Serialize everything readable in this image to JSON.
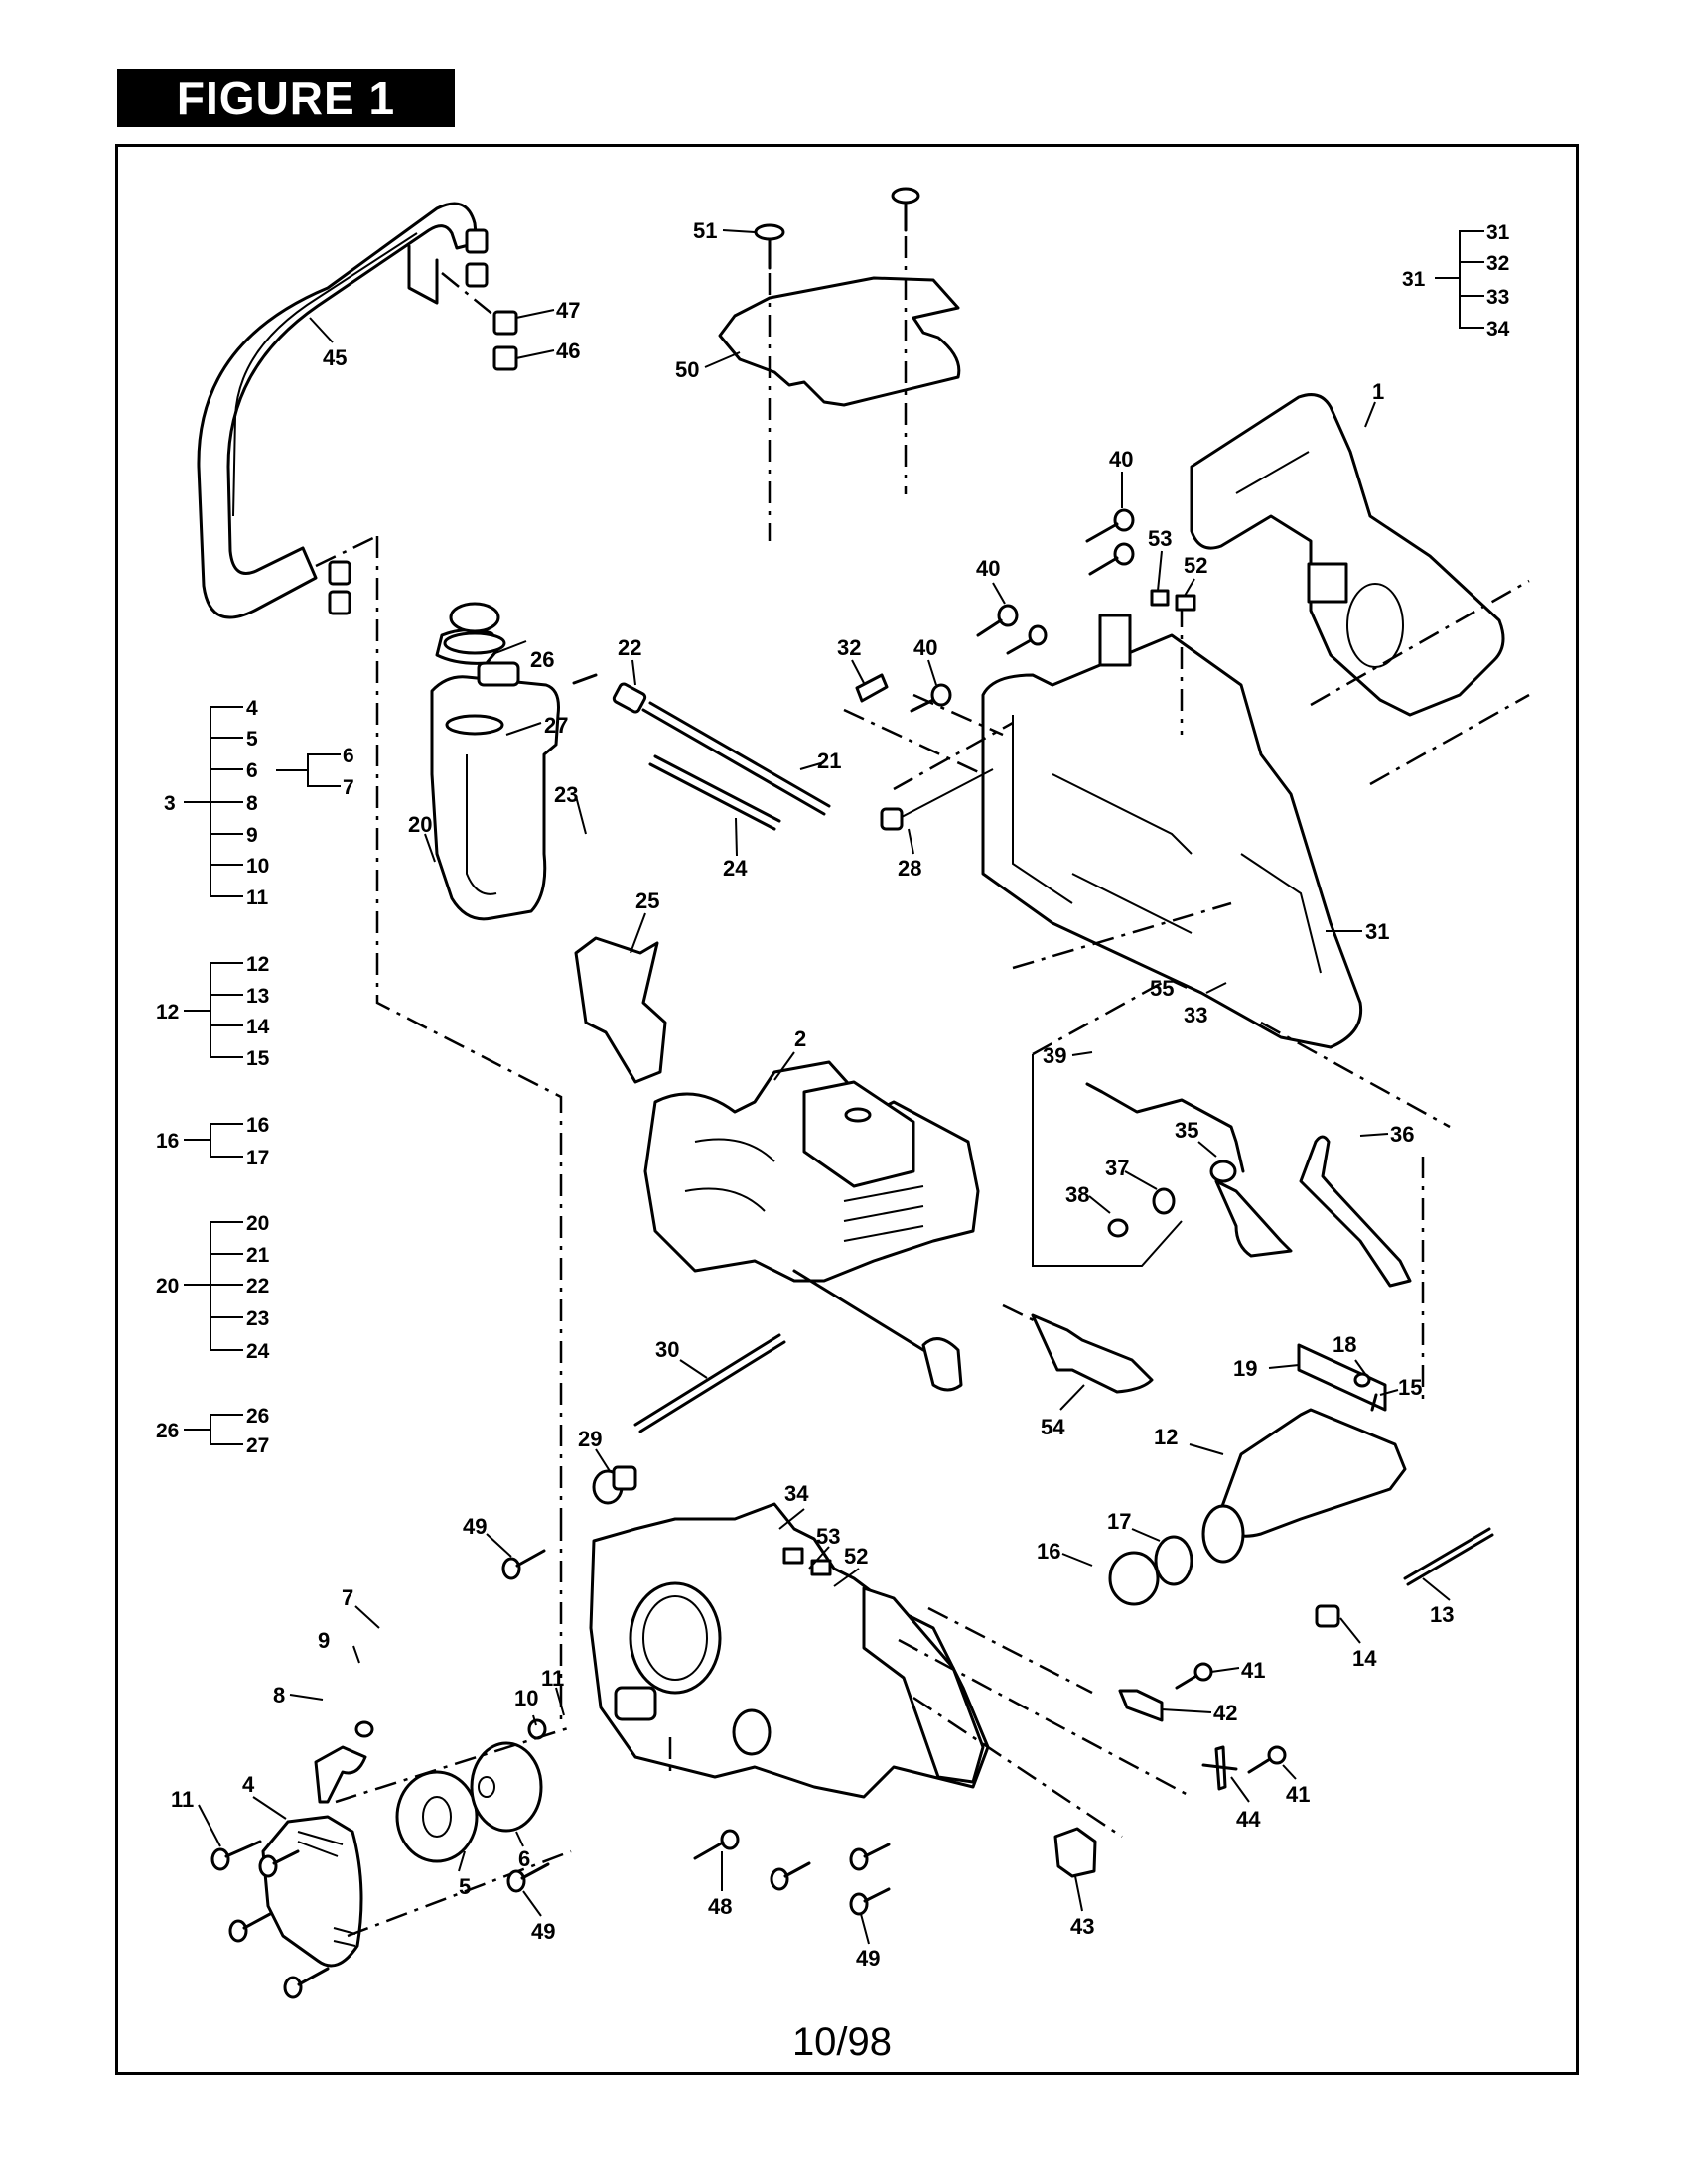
{
  "figure": {
    "title": "FIGURE 1",
    "date_code": "10/98"
  },
  "kit_trees": [
    {
      "parent": "31",
      "children": [
        "31",
        "32",
        "33",
        "34"
      ]
    },
    {
      "parent": "3",
      "children": [
        "4",
        "5",
        "6",
        "8",
        "9",
        "10",
        "11"
      ],
      "sub": {
        "from": "6",
        "children": [
          "6",
          "7"
        ]
      }
    },
    {
      "parent": "12",
      "children": [
        "12",
        "13",
        "14",
        "15"
      ]
    },
    {
      "parent": "16",
      "children": [
        "16",
        "17"
      ]
    },
    {
      "parent": "20",
      "children": [
        "20",
        "21",
        "22",
        "23",
        "24"
      ]
    },
    {
      "parent": "26",
      "children": [
        "26",
        "27"
      ]
    }
  ],
  "callouts": {
    "c1": "1",
    "c2": "2",
    "c4": "4",
    "c5": "5",
    "c6": "6",
    "c7": "7",
    "c8": "8",
    "c9": "9",
    "c10": "10",
    "c11a": "11",
    "c11b": "11",
    "c12": "12",
    "c13": "13",
    "c14": "14",
    "c15": "15",
    "c16": "16",
    "c17": "17",
    "c18": "18",
    "c19": "19",
    "c20": "20",
    "c21": "21",
    "c22": "22",
    "c23": "23",
    "c24": "24",
    "c25": "25",
    "c26": "26",
    "c27": "27",
    "c28": "28",
    "c29": "29",
    "c30": "30",
    "c31": "31",
    "c32": "32",
    "c33": "33",
    "c34": "34",
    "c35": "35",
    "c36": "36",
    "c37": "37",
    "c38": "38",
    "c39": "39",
    "c40a": "40",
    "c40b": "40",
    "c40c": "40",
    "c41a": "41",
    "c41b": "41",
    "c42": "42",
    "c43": "43",
    "c44": "44",
    "c45": "45",
    "c46": "46",
    "c47": "47",
    "c48": "48",
    "c49a": "49",
    "c49b": "49",
    "c49c": "49",
    "c50": "50",
    "c51": "51",
    "c52a": "52",
    "c52b": "52",
    "c53a": "53",
    "c53b": "53",
    "c54": "54",
    "c55": "55"
  }
}
